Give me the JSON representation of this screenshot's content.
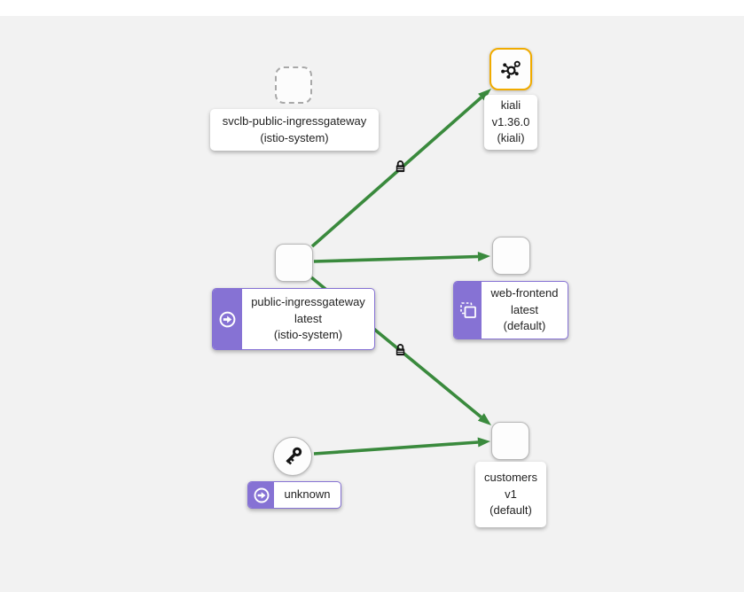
{
  "app": {
    "name": "kiali-traffic-graph",
    "topbar": ""
  },
  "colors": {
    "edge-green": "#3a8a3d",
    "node-purple": "#8672d4",
    "kiali-gold": "#f0ab00",
    "node-border": "#b9b9b9",
    "canvas-bg": "#f2f2f2",
    "label-text": "#222222"
  },
  "icons": {
    "root-badge": "arrow-circle-right",
    "mirroring-badge": "clone-squares",
    "unknown-service": "key",
    "mtls": "padlock",
    "kiali-app": "kiali-mesh-logo"
  },
  "graph": {
    "nodes": {
      "svclb": {
        "line1": "svclb-public-ingressgateway",
        "line2": "(istio-system)"
      },
      "kiali": {
        "line1": "kiali",
        "line2": "v1.36.0",
        "line3": "(kiali)"
      },
      "gateway": {
        "line1": "public-ingressgateway",
        "line2": "latest",
        "line3": "(istio-system)"
      },
      "web_frontend": {
        "line1": "web-frontend",
        "line2": "latest",
        "line3": "(default)"
      },
      "customers": {
        "line1": "customers",
        "line2": "v1",
        "line3": "(default)"
      },
      "unknown": {
        "line1": "unknown"
      }
    },
    "edges": [
      {
        "from": "public-ingressgateway",
        "to": "kiali",
        "secured": true
      },
      {
        "from": "public-ingressgateway",
        "to": "web-frontend",
        "secured": false
      },
      {
        "from": "public-ingressgateway",
        "to": "customers",
        "secured": true
      },
      {
        "from": "unknown",
        "to": "customers",
        "secured": false
      }
    ]
  }
}
